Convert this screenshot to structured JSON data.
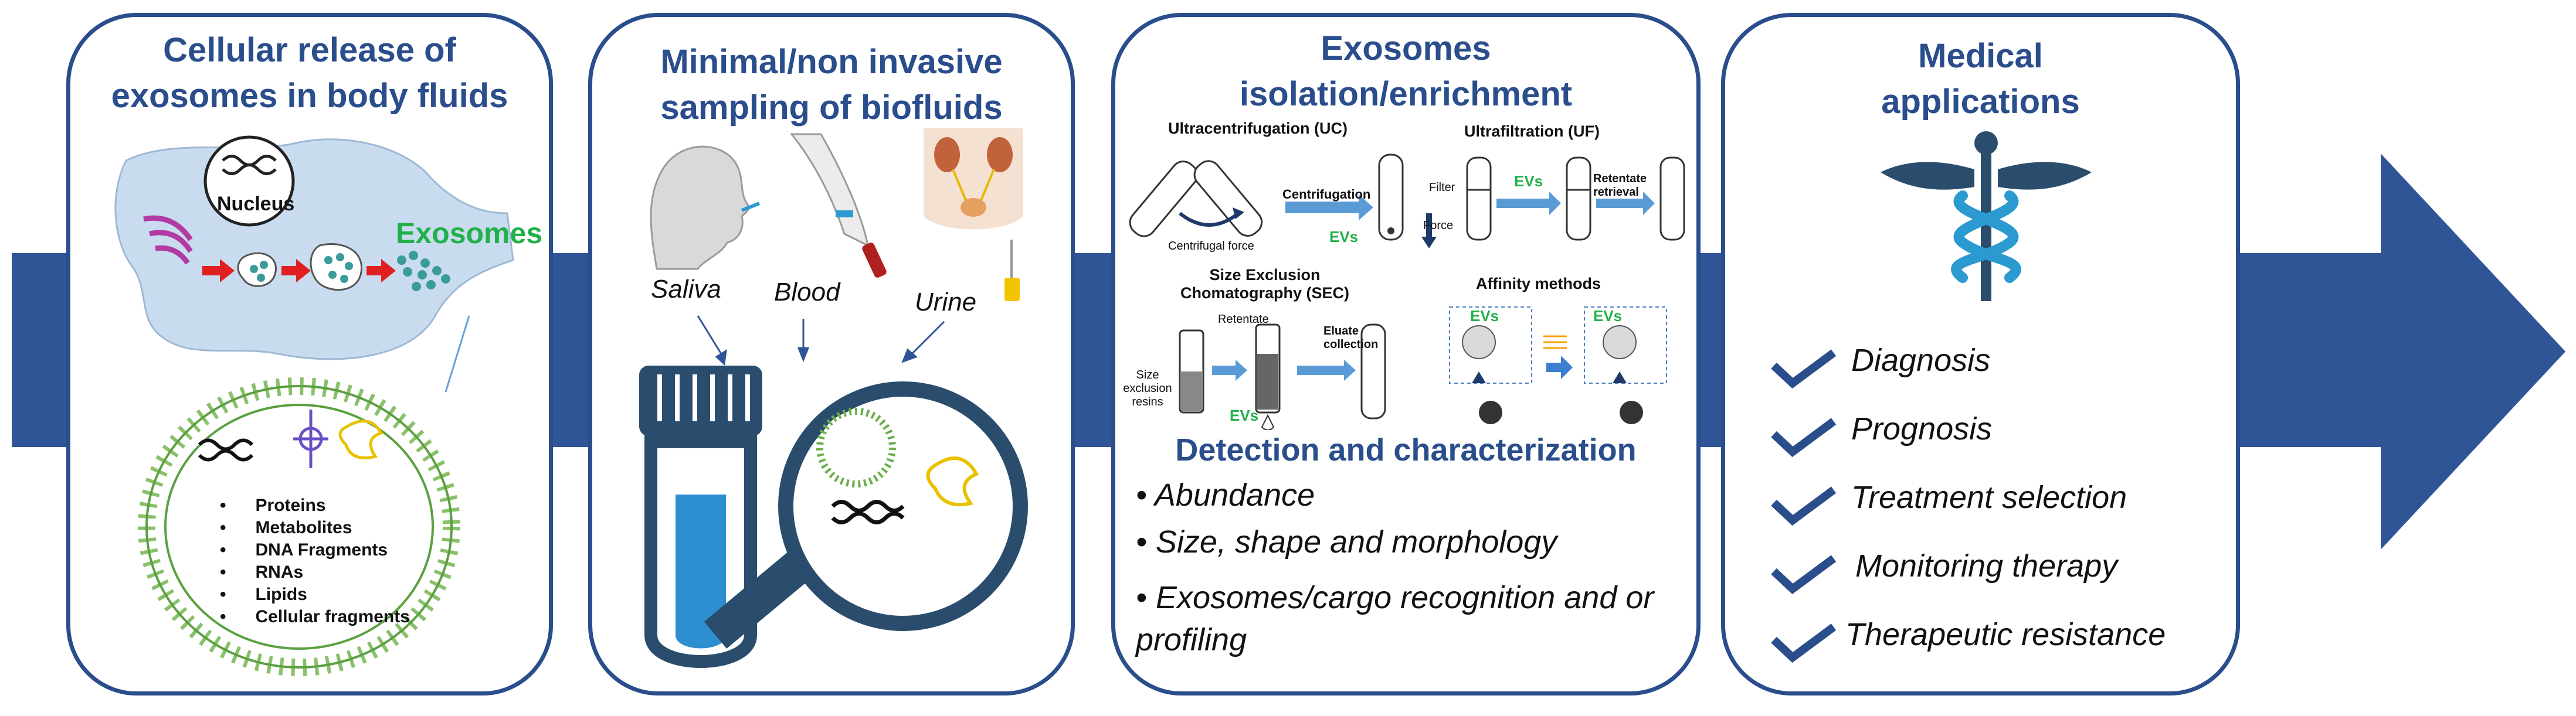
{
  "colors": {
    "brand_blue": "#2a4d8c",
    "exosome_green": "#22b04a",
    "arrow_red": "#e02020",
    "cell_fill": "#c9dcef",
    "tube_blue": "#2e8fd0"
  },
  "panel1": {
    "title": "Cellular release of exosomes in body fluids",
    "nucleus_label": "Nucleus",
    "exosomes_label": "Exosomes",
    "cargo_items": [
      "Proteins",
      "Metabolites",
      "DNA Fragments",
      "RNAs",
      "Lipids",
      "Cellular fragments"
    ]
  },
  "panel2": {
    "title": "Minimal/non invasive sampling of biofluids",
    "saliva_label": "Saliva",
    "blood_label": "Blood",
    "urine_label": "Urine"
  },
  "panel3": {
    "title": "Exosomes isolation/enrichment",
    "uc_title": "Ultracentrifugation (UC)",
    "uc_centrifugation": "Centrifugation",
    "uc_force": "Centrifugal force",
    "uf_title": "Ultrafiltration (UF)",
    "uf_filter": "Filter",
    "uf_force": "Force",
    "uf_retentate": "Retentate retrieval",
    "sec_title": "Size Exclusion Chomatography (SEC)",
    "sec_retentate": "Retentate",
    "sec_resins": "Size exclusion resins",
    "sec_eluate": "Eluate collection",
    "affinity_title": "Affinity methods",
    "evs_label": "EVs",
    "detection_title": "Detection and characterization",
    "detection_items": [
      "Abundance",
      "Size, shape and morphology",
      "Exosomes/cargo recognition and or profiling"
    ]
  },
  "panel4": {
    "title": "Medical applications",
    "applications": [
      "Diagnosis",
      "Prognosis",
      "Treatment selection",
      "Monitoring therapy",
      "Therapeutic resistance"
    ]
  }
}
